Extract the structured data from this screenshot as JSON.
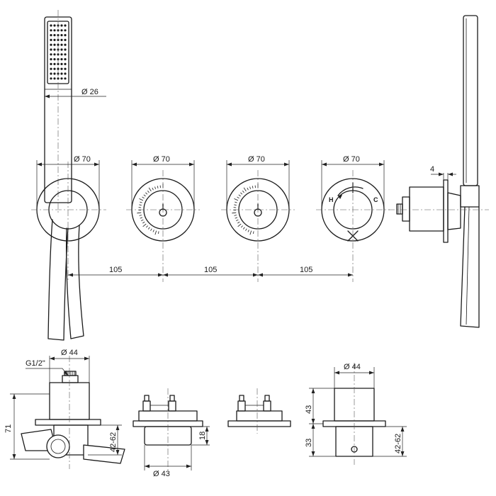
{
  "dimensions": {
    "hand_shower_diameter": "Ø 26",
    "wall_plate_1_diameter": "Ø 70",
    "wall_plate_2_diameter": "Ø 70",
    "wall_plate_3_diameter": "Ø 70",
    "wall_plate_4_diameter": "Ø 70",
    "side_offset": "4",
    "spacing_1": "105",
    "spacing_2": "105",
    "spacing_3": "105",
    "body_diameter_left": "Ø 44",
    "thread_size": "G1/2\"",
    "overall_height": "71",
    "install_depth_left": "42-62",
    "valve_body_height": "18",
    "valve_body_diameter": "Ø 43",
    "body_diameter_right": "Ø 44",
    "upper_height": "43",
    "lower_height": "33",
    "install_depth_right": "42-62"
  },
  "thermostat_labels": {
    "hot": "H",
    "cold": "C"
  }
}
